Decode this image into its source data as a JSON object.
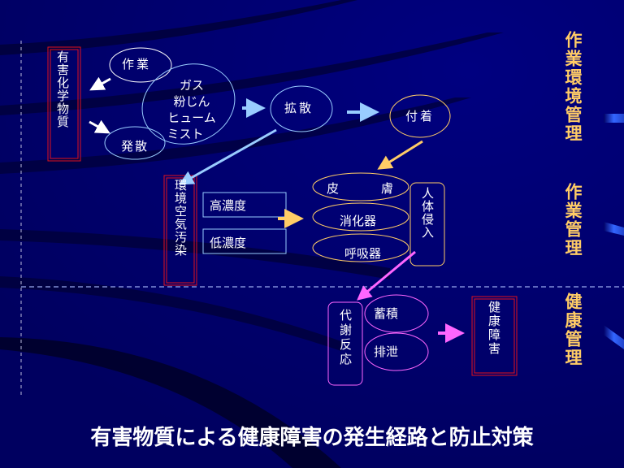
{
  "title": "有害物質による健康障害の発生経路と防止対策",
  "colors": {
    "background": "#000066",
    "node_blue": "#99ccff",
    "node_orange": "#ffcc66",
    "node_pink": "#ff66ff",
    "highlight_red": "#e0101c",
    "side_label": "#ffcc66",
    "text": "#ffffff"
  },
  "nodes": {
    "harmful_chemicals": "有害化学物質",
    "work": "作業",
    "emission": "発散",
    "forms": [
      "ガス",
      "粉じん",
      "ヒューム",
      "ミスト"
    ],
    "diffusion": "拡散",
    "adhesion": "付着",
    "air_pollution": "環境空気汚染",
    "high_concentration": "高濃度",
    "low_concentration": "低濃度",
    "skin": [
      "皮",
      "膚"
    ],
    "digestive": "消化器",
    "respiratory": "呼吸器",
    "body_intrusion": "人体侵入",
    "metabolism": "代謝反応",
    "accumulation": "蓄積",
    "excretion": "排泄",
    "health_damage": "健康障害"
  },
  "side_labels": [
    "作業環境管理",
    "作業管理",
    "健康管理"
  ],
  "edges": [
    {
      "from": "work",
      "to": "harmful_chemicals"
    },
    {
      "from": "harmful_chemicals",
      "to": "emission"
    },
    {
      "from": "forms",
      "to": "diffusion"
    },
    {
      "from": "diffusion",
      "to": "adhesion"
    },
    {
      "from": "diffusion",
      "to": "air_pollution"
    },
    {
      "from": "adhesion",
      "to": "skin"
    },
    {
      "from": "high_concentration",
      "to": "digestive"
    },
    {
      "from": "body_intrusion",
      "to": "metabolism"
    },
    {
      "from": "metabolism",
      "to": "health_damage"
    }
  ]
}
